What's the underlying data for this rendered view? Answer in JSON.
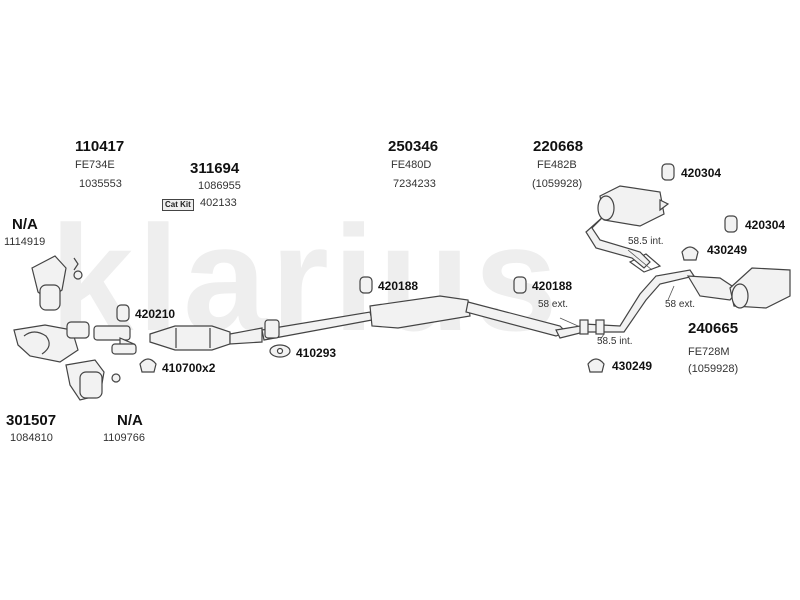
{
  "watermark": "klarius",
  "parts": {
    "p110417": {
      "number": "110417",
      "code": "FE734E",
      "ref": "1035553"
    },
    "p311694": {
      "number": "311694",
      "ref": "1086955",
      "catkit_label": "Cat Kit",
      "catkit_ref": "402133"
    },
    "p250346": {
      "number": "250346",
      "code": "FE480D",
      "ref": "7234233"
    },
    "p220668": {
      "number": "220668",
      "code": "FE482B",
      "ref": "(1059928)"
    },
    "na_top": {
      "number": "N/A",
      "ref": "1114919"
    },
    "p301507": {
      "number": "301507",
      "ref": "1084810"
    },
    "na_bottom": {
      "number": "N/A",
      "ref": "1109766"
    },
    "p240665": {
      "number": "240665",
      "code": "FE728M",
      "ref": "(1059928)"
    }
  },
  "fittings": {
    "f420304a": "420304",
    "f420304b": "420304",
    "f430249a": "430249",
    "f430249b": "430249",
    "f420188a": "420188",
    "f420188b": "420188",
    "f420210": "420210",
    "f410700": "410700x2",
    "f410293": "410293"
  },
  "annotations": {
    "a585int_top": "58.5 int.",
    "a58ext_right": "58 ext.",
    "a58ext_mid": "58 ext.",
    "a585int_bottom": "58.5 int."
  }
}
